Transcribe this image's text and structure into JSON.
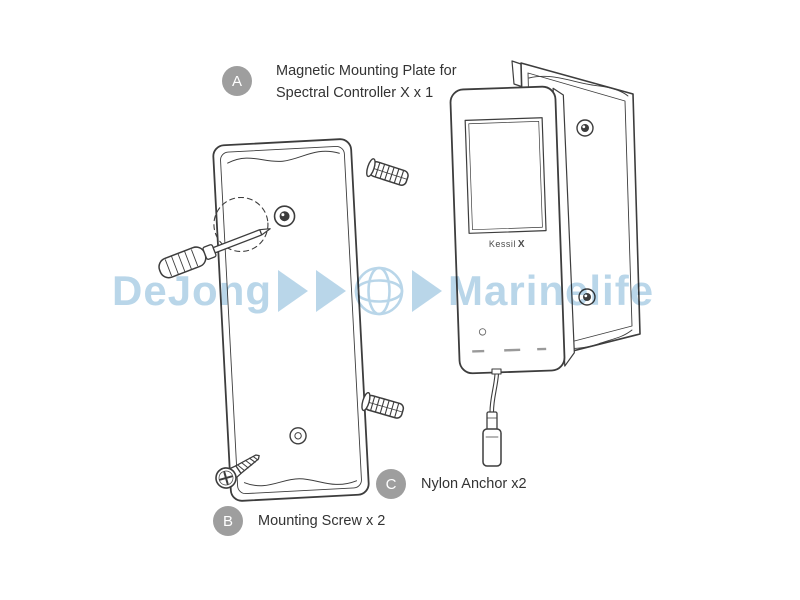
{
  "watermark": {
    "left": "DeJong",
    "right": "Marinelife",
    "color": "#b2d2e7",
    "icons": [
      "chevron-right-icon",
      "chevron-right-icon",
      "globe-icon",
      "chevron-right-icon"
    ]
  },
  "callouts": {
    "a": {
      "label": "A",
      "line1": "Magnetic Mounting Plate for",
      "line2": "Spectral Controller X x 1"
    },
    "b": {
      "label": "B",
      "text": "Mounting Screw x 2"
    },
    "c": {
      "label": "C",
      "text": "Nylon Anchor x2"
    }
  },
  "device": {
    "brand": "Kessil",
    "model": "X"
  },
  "colors": {
    "callout_bg": "#9e9e9e",
    "line_art": "#3d3d3d",
    "label_text": "#333333",
    "watermark": "#b2d2e7",
    "background": "#ffffff"
  }
}
